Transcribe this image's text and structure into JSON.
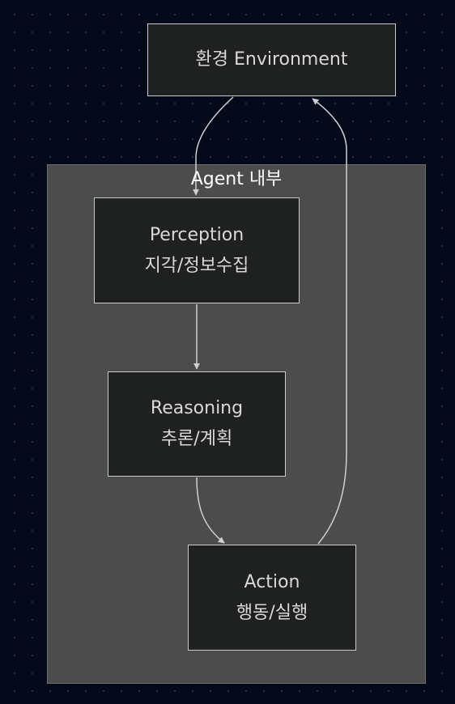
{
  "diagram": {
    "cluster": {
      "title": "Agent 내부"
    },
    "nodes": {
      "environment": {
        "label": "환경 Environment"
      },
      "perception": {
        "line1": "Perception",
        "line2": "지각/정보수집"
      },
      "reasoning": {
        "line1": "Reasoning",
        "line2": "추론/계획"
      },
      "action": {
        "line1": "Action",
        "line2": "행동/실행"
      }
    },
    "edges": [
      {
        "from": "environment",
        "to": "perception"
      },
      {
        "from": "perception",
        "to": "reasoning"
      },
      {
        "from": "reasoning",
        "to": "action"
      },
      {
        "from": "action",
        "to": "environment"
      }
    ],
    "colors": {
      "background": "#050a1a",
      "cluster_fill": "#4b4c4b",
      "node_fill": "#1f2020",
      "node_border": "#cccccc",
      "edge": "#d0d0d0",
      "text": "#d9d9d9"
    }
  }
}
